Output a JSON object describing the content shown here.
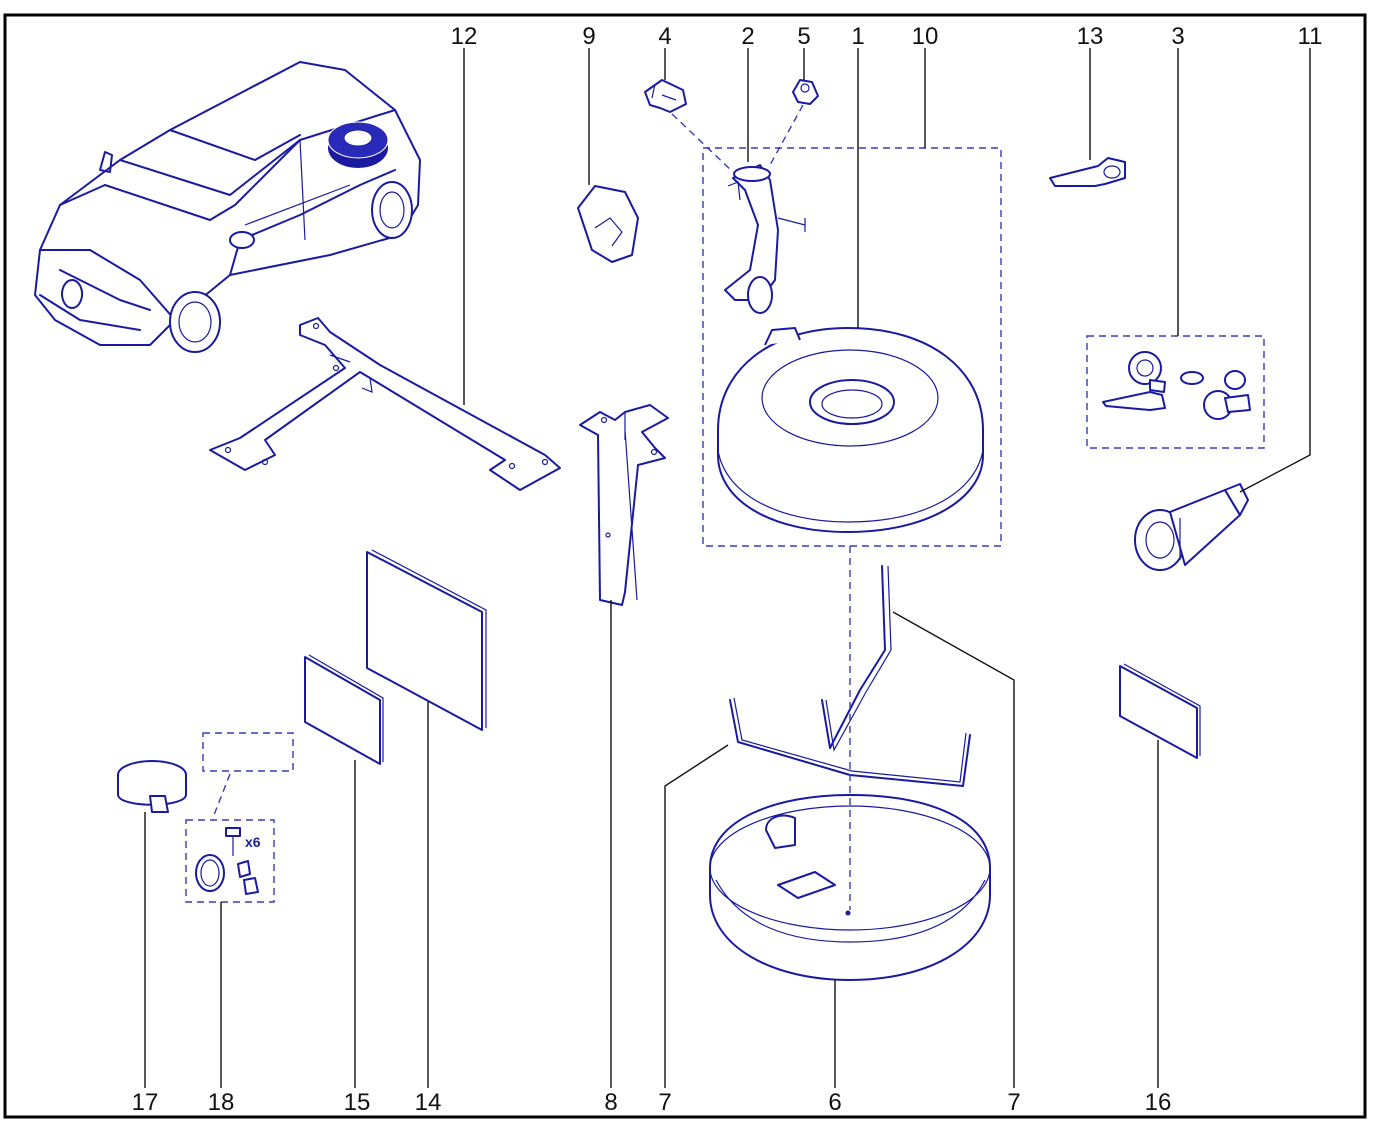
{
  "diagram": {
    "callouts": [
      "12",
      "9",
      "4",
      "2",
      "5",
      "1",
      "10",
      "13",
      "3",
      "11",
      "17",
      "18",
      "15",
      "14",
      "8",
      "7",
      "6",
      "7",
      "16"
    ],
    "quantity_label": "x6"
  },
  "colors": {
    "frame": "#000000",
    "line_art": "#1a1aa0",
    "callout_text": "#111111",
    "background": "#ffffff"
  }
}
